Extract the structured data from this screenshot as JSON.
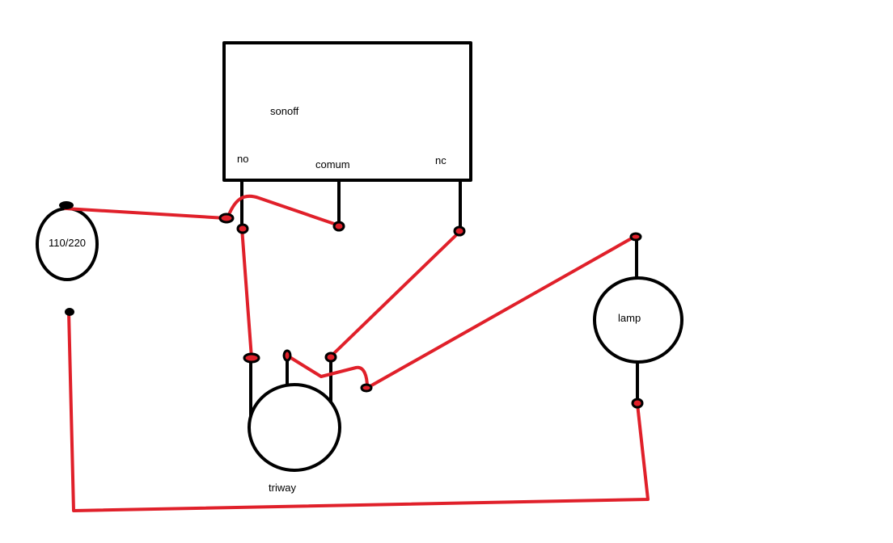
{
  "labels": {
    "sonoff": "sonoff",
    "no": "no",
    "comum": "comum",
    "nc": "nc",
    "source": "110/220",
    "lamp": "lamp",
    "triway": "triway"
  },
  "colors": {
    "wire": "#e0202a",
    "outline": "#000000",
    "terminal_fill": "#e0202a"
  }
}
